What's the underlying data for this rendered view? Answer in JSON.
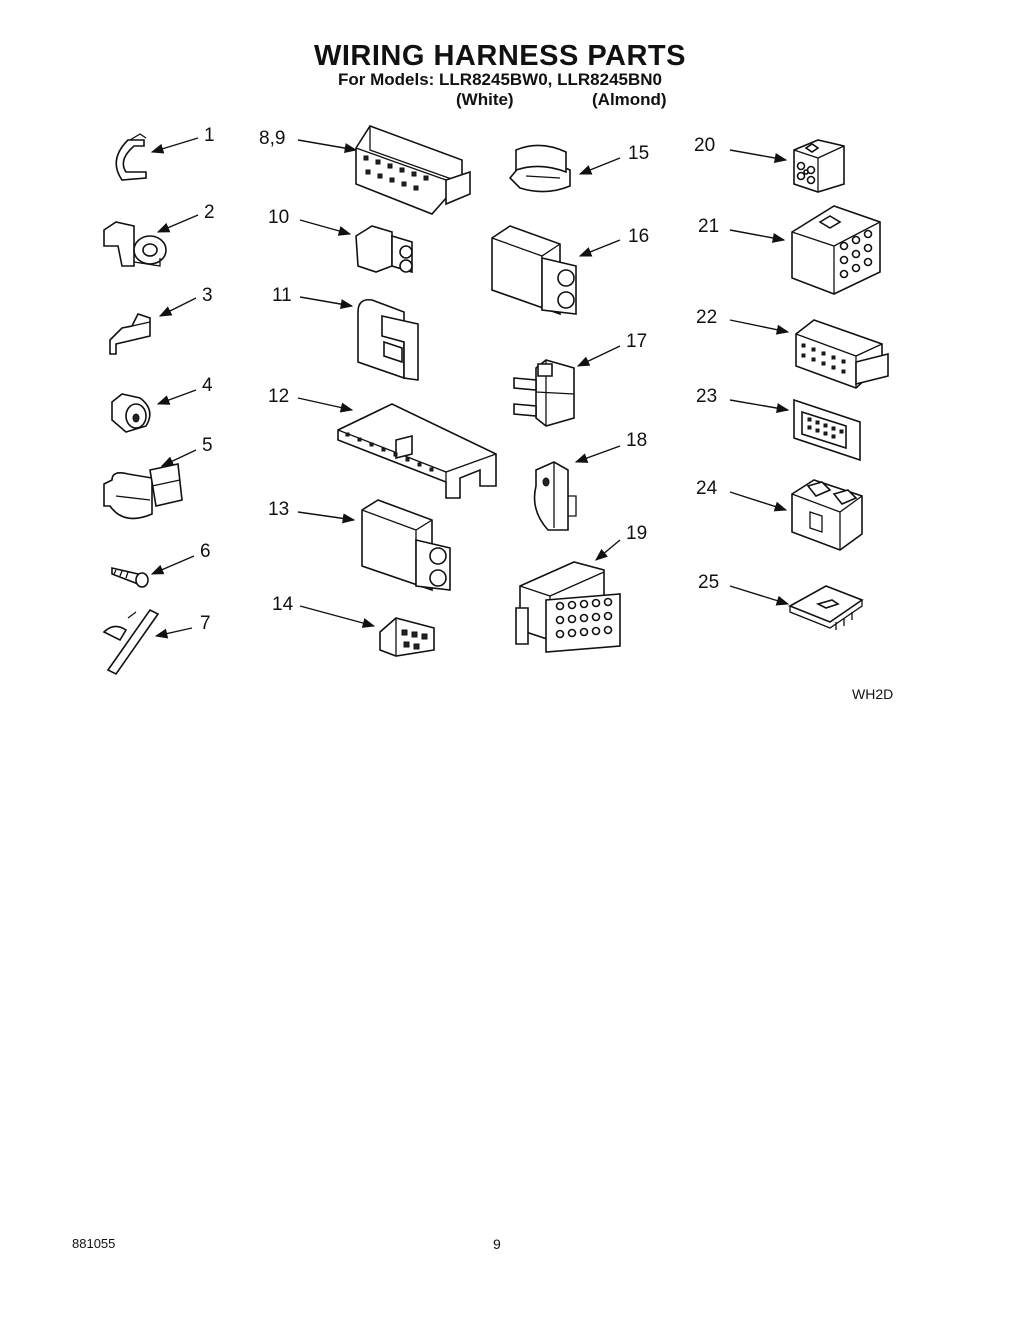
{
  "header": {
    "title": "WIRING HARNESS PARTS",
    "models": "For Models: LLR8245BW0, LLR8245BN0",
    "variant_white": "(White)",
    "variant_almond": "(Almond)"
  },
  "labels": [
    "1",
    "2",
    "3",
    "4",
    "5",
    "6",
    "7",
    "8,9",
    "10",
    "11",
    "12",
    "13",
    "14",
    "15",
    "16",
    "17",
    "18",
    "19",
    "20",
    "21",
    "22",
    "23",
    "24",
    "25"
  ],
  "footer": {
    "diagram_code": "WH2D",
    "document_number": "881055",
    "page_number": "9"
  }
}
